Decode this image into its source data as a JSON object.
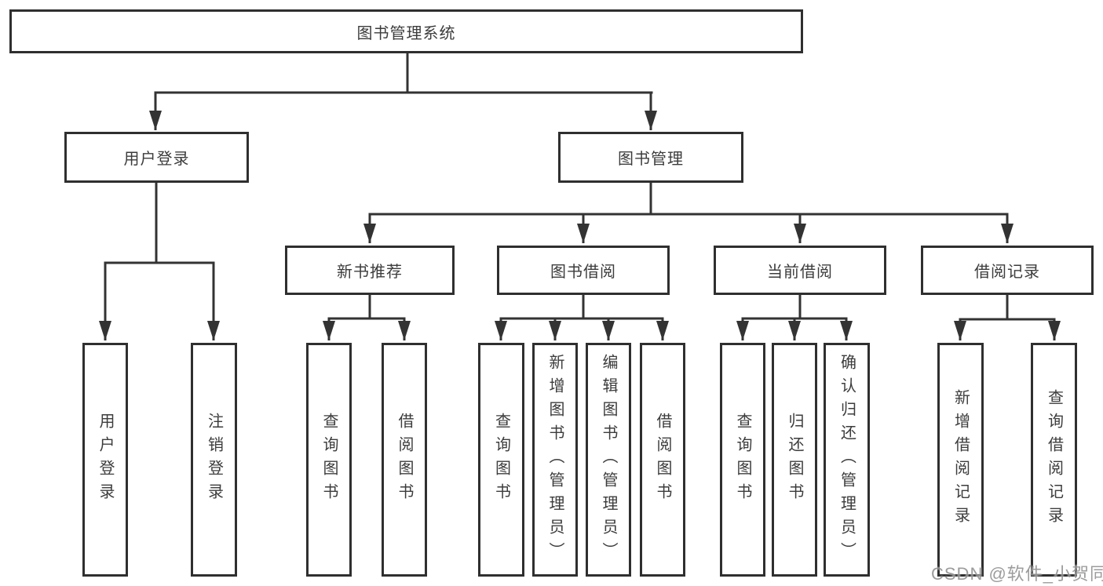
{
  "tree": {
    "root": "图书管理系统",
    "l2": [
      {
        "label": "用户登录",
        "children": [
          "用户登录",
          "注销登录"
        ]
      },
      {
        "label": "图书管理"
      }
    ],
    "l3": [
      {
        "label": "新书推荐",
        "children": [
          "查询图书",
          "借阅图书"
        ]
      },
      {
        "label": "图书借阅",
        "children": [
          "查询图书",
          "新增图书（管理员）",
          "编辑图书（管理员）",
          "借阅图书"
        ]
      },
      {
        "label": "当前借阅",
        "children": [
          "查询图书",
          "归还图书",
          "确认归还（管理员）"
        ]
      },
      {
        "label": "借阅记录",
        "children": [
          "新增借阅记录",
          "查询借阅记录"
        ]
      }
    ]
  },
  "watermark": "CSDN @软件_小贺同学",
  "colors": {
    "line": "#333333",
    "box_border": "#2f2f2f",
    "text": "#3c3c3c",
    "watermark": "#808080",
    "background": "#ffffff"
  }
}
